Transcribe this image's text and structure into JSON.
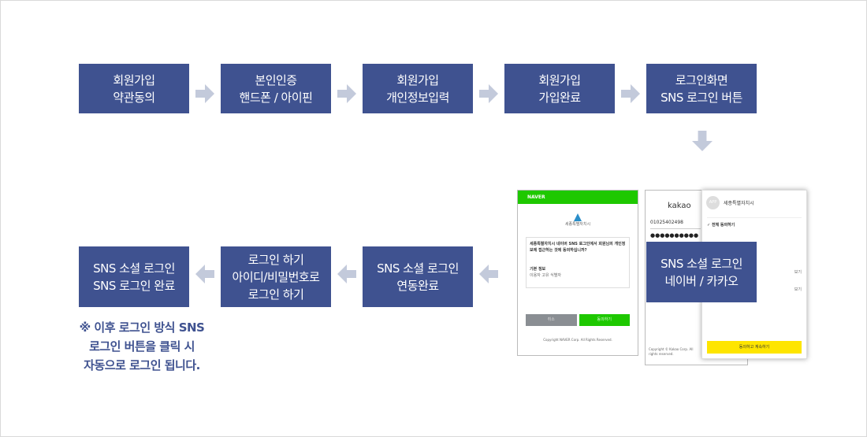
{
  "steps_top": [
    {
      "line1": "회원가입",
      "line2": "약관동의"
    },
    {
      "line1": "본인인증",
      "line2": "핸드폰 / 아이핀"
    },
    {
      "line1": "회원가입",
      "line2": "개인정보입력"
    },
    {
      "line1": "회원가입",
      "line2": "가입완료"
    },
    {
      "line1": "로그인화면",
      "line2": "SNS 로그인 버튼"
    }
  ],
  "steps_bottom": [
    {
      "line1": "SNS 소셜 로그인",
      "line2": "SNS 로그인 완료"
    },
    {
      "line1": "로그인 하기",
      "line2": "아이디/비밀번호로",
      "line3": "로그인 하기"
    },
    {
      "line1": "SNS 소셜 로그인",
      "line2": "연동완료"
    }
  ],
  "overlay": {
    "line1": "SNS 소셜 로그인",
    "line2": "네이버 / 카카오"
  },
  "note": {
    "line1": "※ 이후 로그인 방식 SNS",
    "line2": "로그인 버튼을 클릭 시",
    "line3": "자동으로 로그인 됩니다."
  },
  "naver": {
    "brand": "NAVER",
    "org": "세종특별자치시",
    "title": "세종특별자치시 네이버 SNS 로그인에서 회원님의 개인정보에 접근하는 것에 동의하십니까?",
    "basic": "기본 정보",
    "basic_sub": "이용자 고유 식별자",
    "cancel": "취소",
    "agree": "동의하기",
    "footer": "Copyright NAVER Corp. All Rights Reserved."
  },
  "kakao": {
    "brand": "kakao",
    "phone": "01025402498",
    "password": "●●●●●●●●●●",
    "copyright": "Copyright © Kakao Corp. All rights reserved.",
    "app": "APP",
    "app_name": "세종특별자치시",
    "all_agree": "전체 동의하기",
    "view1": "보기",
    "view2": "보기",
    "continue": "동의하고 계속하기"
  },
  "colors": {
    "box": "#3f5290",
    "arrow": "#c3cadb",
    "naver": "#1ec800",
    "kakao": "#fee500"
  }
}
